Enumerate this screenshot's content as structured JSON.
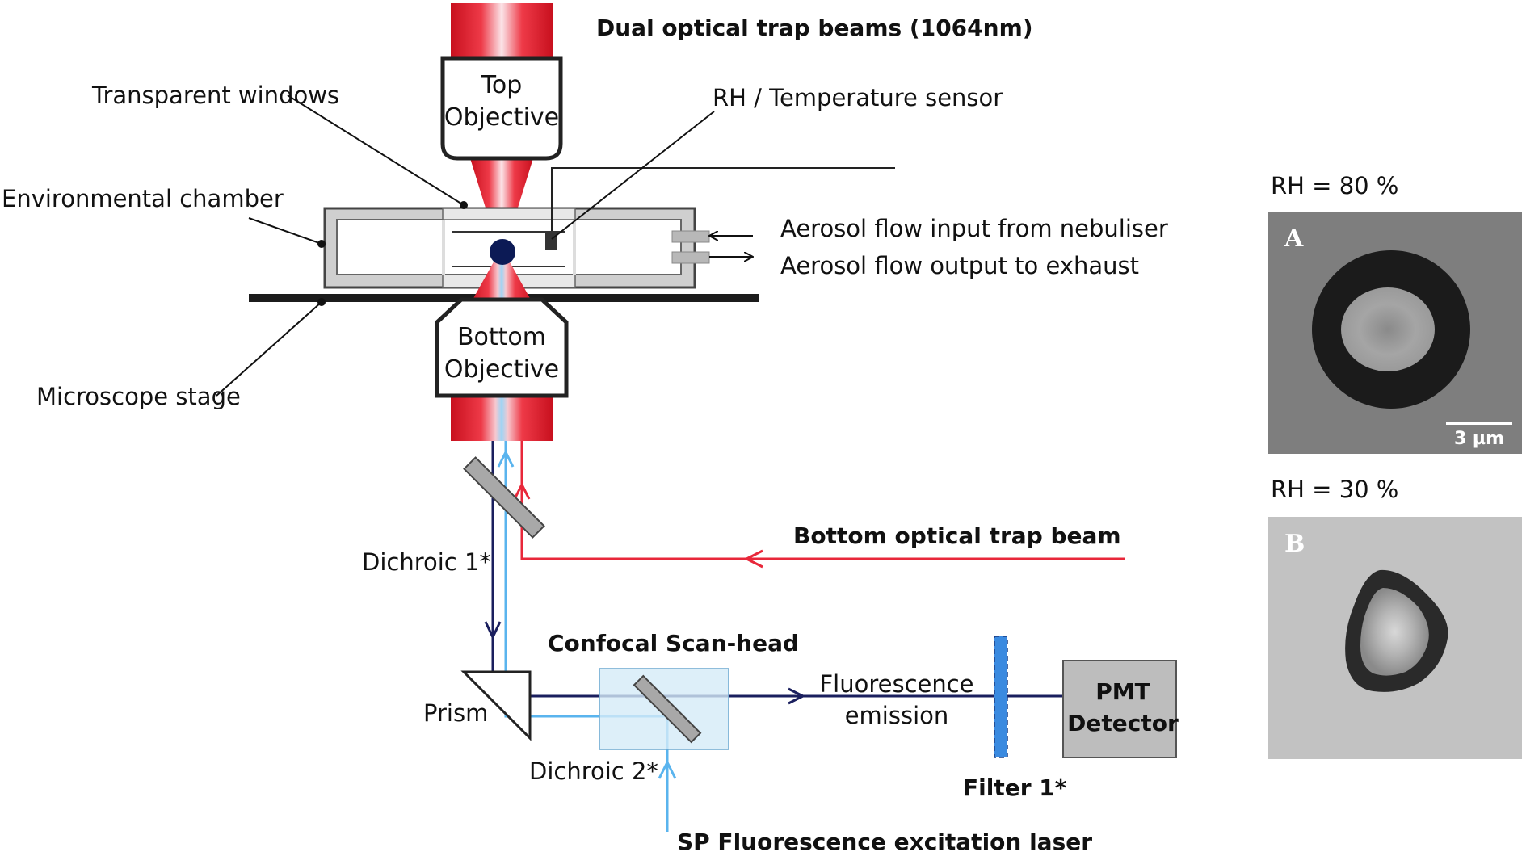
{
  "labels": {
    "dual_beams": "Dual optical trap beams (1064nm)",
    "transparent_windows": "Transparent windows",
    "rh_sensor": "RH / Temperature sensor",
    "env_chamber": "Environmental chamber",
    "aerosol_in": "Aerosol flow input from nebuliser",
    "aerosol_out": "Aerosol flow output to exhaust",
    "microscope_stage": "Microscope stage",
    "top_objective": [
      "Top",
      "Objective"
    ],
    "bottom_objective": [
      "Bottom",
      "Objective"
    ],
    "dichroic1": "Dichroic 1*",
    "bottom_trap_beam": "Bottom optical trap beam",
    "confocal": "Confocal Scan-head",
    "prism": "Prism",
    "dichroic2": "Dichroic 2*",
    "fluorescence": [
      "Fluorescence",
      "emission"
    ],
    "pmt": [
      "PMT",
      "Detector"
    ],
    "filter1": "Filter 1*",
    "sp_laser": "SP Fluorescence excitation laser"
  },
  "panels": [
    {
      "heading": "RH = 80 %",
      "letter": "A",
      "scale_bar": "3 µm"
    },
    {
      "heading": "RH = 30 %",
      "letter": "B"
    }
  ],
  "colors": {
    "trap_red": "#e8273a",
    "excitation_light_blue": "#5ab4ee",
    "emission_dark_blue": "#1a1f5e",
    "chamber_gray": "#9a9a9a"
  }
}
